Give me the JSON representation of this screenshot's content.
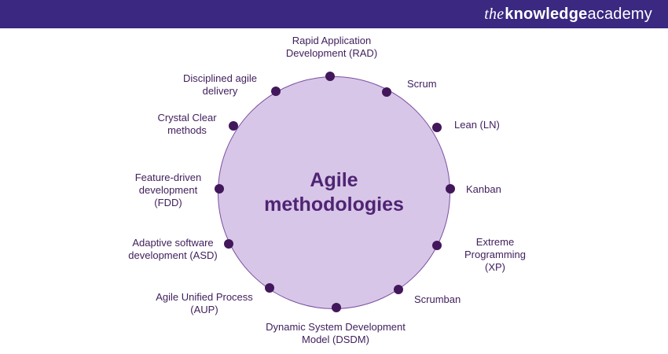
{
  "header": {
    "logo": {
      "the": "the",
      "knowledge": "knowledge",
      "academy": "academy"
    },
    "bg_color": "#3a2881",
    "text_color": "#ffffff"
  },
  "diagram": {
    "title": "Agile\nmethodologies",
    "colors": {
      "circle_fill": "#d8c6e8",
      "circle_border": "#7a4fa0",
      "dot": "#42175b",
      "label_text": "#41215e",
      "title_text": "#4f2473"
    },
    "nodes": [
      {
        "label": "Rapid Application\nDevelopment (RAD)"
      },
      {
        "label": "Scrum"
      },
      {
        "label": "Lean (LN)"
      },
      {
        "label": "Kanban"
      },
      {
        "label": "Extreme\nProgramming\n(XP)"
      },
      {
        "label": "Scrumban"
      },
      {
        "label": "Dynamic System Development\nModel (DSDM)"
      },
      {
        "label": "Agile Unified Process\n(AUP)"
      },
      {
        "label": "Adaptive software\ndevelopment (ASD)"
      },
      {
        "label": "Feature-driven\ndevelopment\n(FDD)"
      },
      {
        "label": "Crystal Clear\nmethods"
      },
      {
        "label": "Disciplined agile\ndelivery"
      }
    ]
  }
}
